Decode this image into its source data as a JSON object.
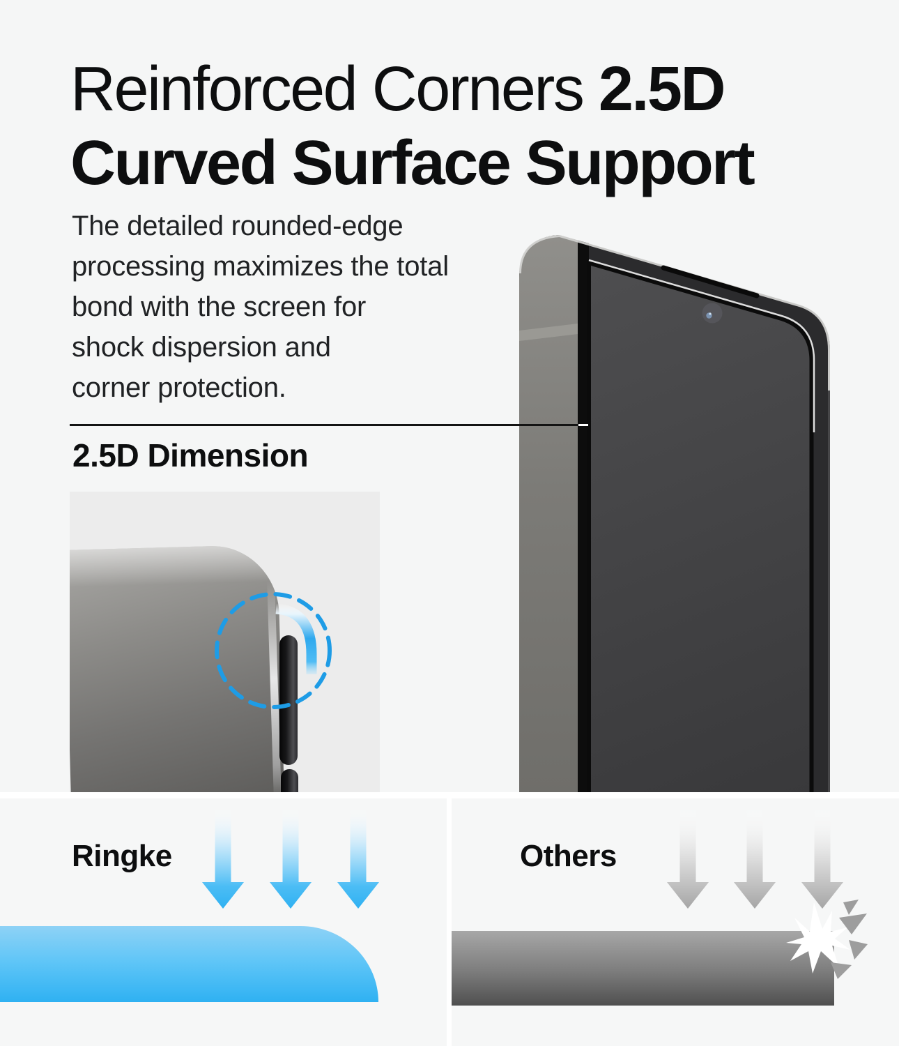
{
  "colors": {
    "page_bg": "#f5f6f6",
    "panel_bg": "#ececec",
    "section_bg": "#f6f7f7",
    "divider_white": "#ffffff",
    "title_text": "#0d0e0f",
    "body_text": "#202224",
    "accent_blue": "#2fb1f2",
    "accent_blue_light": "#8ed2f6",
    "dash_blue": "#1e9ce6",
    "arrow_gray": "#a5a5a5",
    "slab_gray_top": "#a7a7a7",
    "slab_gray_bottom": "#4f4f4f",
    "phone_frame": "#2b2b2d"
  },
  "header": {
    "title_line1_regular": "Reinforced Corners ",
    "title_line1_bold": "2.5D",
    "title_line2": "Curved Surface Support",
    "description_lines": [
      "The detailed rounded-edge",
      "processing maximizes the total",
      "bond with the screen for",
      "shock dispersion and",
      "corner protection."
    ]
  },
  "callout": {
    "dimension_label": "2.5D Dimension"
  },
  "comparison": {
    "ringke_label": "Ringke",
    "others_label": "Others"
  },
  "icons": {
    "impact_arrow": "▼",
    "focus_circle": "◌ dashed-circle",
    "curved_edge_arc": "◝ arc",
    "shatter": "✶ shatter-burst"
  }
}
